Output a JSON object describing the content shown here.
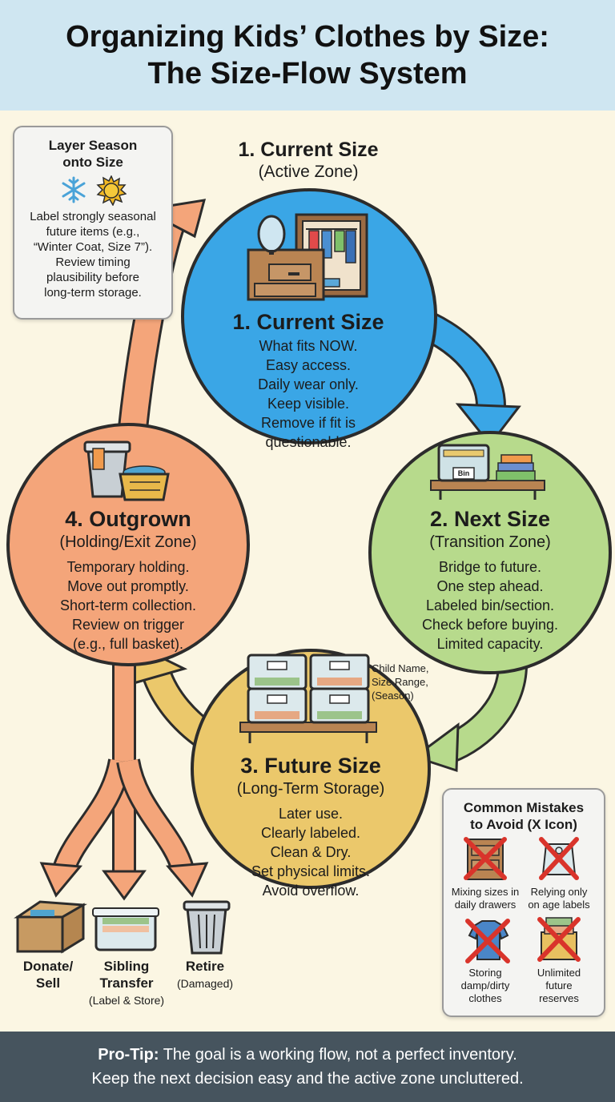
{
  "header": {
    "title_line1": "Organizing Kids’ Clothes by Size:",
    "title_line2": "The Size-Flow System"
  },
  "season_card": {
    "title_line1": "Layer Season",
    "title_line2": "onto Size",
    "icons": [
      "snowflake-icon",
      "sun-icon"
    ],
    "body": [
      "Label strongly seasonal",
      "future items (e.g.,",
      "“Winter Coat, Size 7”).",
      "Review timing",
      "plausibility before",
      "long-term storage."
    ]
  },
  "zone_heading": {
    "line1": "1. Current Size",
    "line2": "(Active Zone)"
  },
  "current": {
    "title": "1. Current Size",
    "body": [
      "What fits NOW.",
      "Easy access.",
      "Daily wear only.",
      "Keep visible.",
      "Remove if fit is",
      "questionable."
    ],
    "color": "#3aa6e6"
  },
  "next": {
    "title": "2. Next Size",
    "subtitle": "(Transition Zone)",
    "bin_label": "Bin",
    "body": [
      "Bridge to future.",
      "One step ahead.",
      "Labeled bin/section.",
      "Check before buying.",
      "Limited capacity."
    ],
    "color": "#b7da8c"
  },
  "future": {
    "title": "3. Future Size",
    "subtitle": "(Long-Term Storage)",
    "storage_note": [
      "Child Name,",
      "Size Range,",
      "(Season)"
    ],
    "body": [
      "Later use.",
      "Clearly labeled.",
      "Clean & Dry.",
      "Set physical limits.",
      "Avoid overflow."
    ],
    "color": "#ebc86b"
  },
  "outgrown": {
    "title": "4. Outgrown",
    "subtitle": "(Holding/Exit Zone)",
    "body": [
      "Temporary holding.",
      "Move out promptly.",
      "Short-term collection.",
      "Review on trigger",
      "(e.g., full basket)."
    ],
    "color": "#f4a57a"
  },
  "exits": {
    "donate": [
      "Donate/",
      "Sell"
    ],
    "sibling": [
      "Sibling",
      "Transfer"
    ],
    "sibling_note": "(Label & Store)",
    "retire": "Retire",
    "retire_note": "(Damaged)"
  },
  "mistakes": {
    "title_line1": "Common Mistakes",
    "title_line2": "to Avoid (X Icon)",
    "items": [
      {
        "label": [
          "Mixing sizes in",
          "daily drawers"
        ],
        "icon": "drawer-icon"
      },
      {
        "label": [
          "Relying only",
          "on age labels"
        ],
        "icon": "tag-icon"
      },
      {
        "label": [
          "Storing",
          "damp/dirty",
          "clothes"
        ],
        "icon": "shirt-icon"
      },
      {
        "label": [
          "Unlimited",
          "future",
          "reserves"
        ],
        "icon": "overflow-bin-icon"
      }
    ],
    "x_color": "#d9342b"
  },
  "footer": {
    "tip_label": "Pro-Tip:",
    "line1_rest": " The goal is a working flow, not a perfect inventory.",
    "line2": "Keep the next decision easy and the active zone uncluttered."
  }
}
